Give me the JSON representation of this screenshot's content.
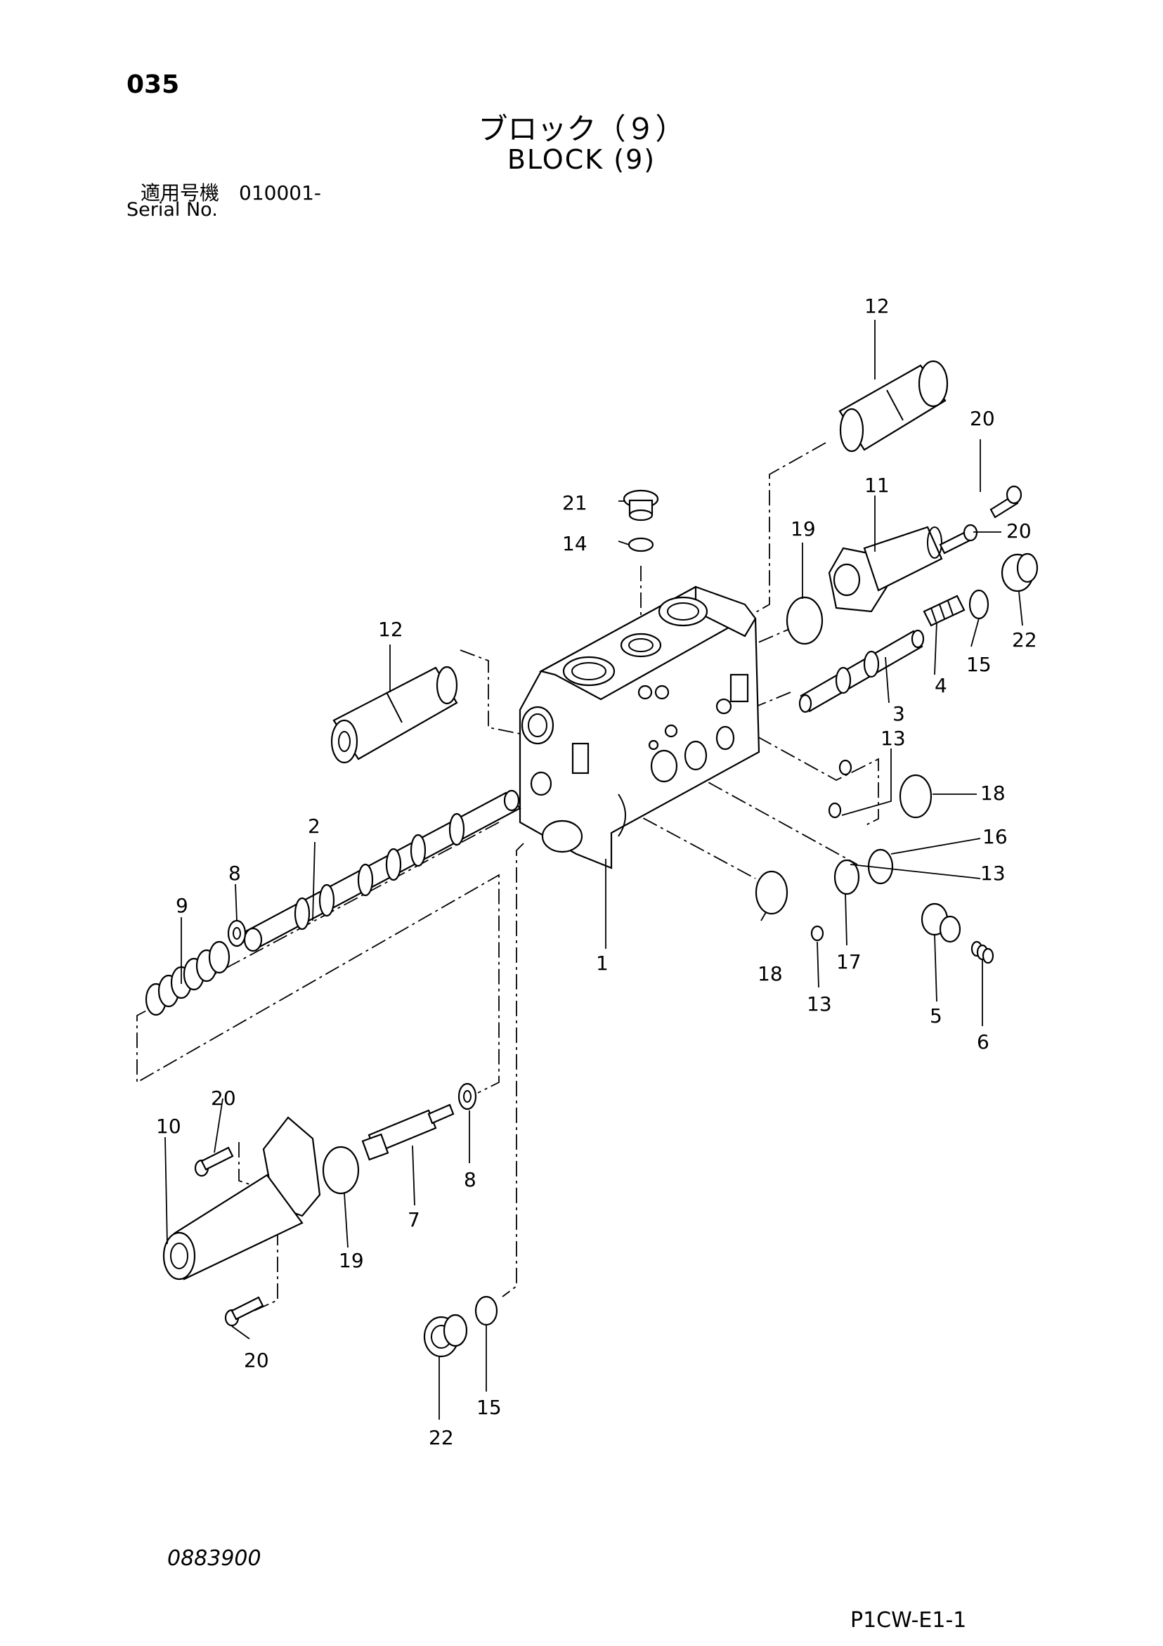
{
  "page": {
    "number": "035",
    "title_jp": "ブロック（９）",
    "title_en": "BLOCK (9)",
    "serial_label_jp": "適用号機　010001-",
    "serial_label_en": "Serial No.",
    "drawing_code": "0883900",
    "sheet_code": "P1CW-E1-1"
  },
  "parts": [
    {
      "id": "block-1",
      "label": "1",
      "icon": "valve-block-icon"
    },
    {
      "id": "spool-2",
      "label": "2",
      "icon": "spool-icon"
    },
    {
      "id": "spool-3",
      "label": "3",
      "icon": "spool-icon"
    },
    {
      "id": "spring-4",
      "label": "4",
      "icon": "spring-icon"
    },
    {
      "id": "plug-5",
      "label": "5",
      "icon": "plug-icon"
    },
    {
      "id": "spring-6",
      "label": "6",
      "icon": "spring-icon"
    },
    {
      "id": "stopper-7",
      "label": "7",
      "icon": "stopper-icon"
    },
    {
      "id": "retainer-8a",
      "label": "8",
      "icon": "retainer-icon"
    },
    {
      "id": "retainer-8b",
      "label": "8",
      "icon": "retainer-icon"
    },
    {
      "id": "spring-9",
      "label": "9",
      "icon": "spring-icon"
    },
    {
      "id": "cap-10",
      "label": "10",
      "icon": "cap-icon"
    },
    {
      "id": "cap-11",
      "label": "11",
      "icon": "cap-icon"
    },
    {
      "id": "relief-valve-12a",
      "label": "12",
      "icon": "relief-valve-icon"
    },
    {
      "id": "relief-valve-12b",
      "label": "12",
      "icon": "relief-valve-icon"
    },
    {
      "id": "o-ring-13a",
      "label": "13",
      "icon": "o-ring-icon"
    },
    {
      "id": "o-ring-13b",
      "label": "13",
      "icon": "o-ring-icon"
    },
    {
      "id": "o-ring-13c",
      "label": "13",
      "icon": "o-ring-icon"
    },
    {
      "id": "o-ring-14",
      "label": "14",
      "icon": "o-ring-icon"
    },
    {
      "id": "o-ring-15a",
      "label": "15",
      "icon": "o-ring-icon"
    },
    {
      "id": "o-ring-15b",
      "label": "15",
      "icon": "o-ring-icon"
    },
    {
      "id": "o-ring-16",
      "label": "16",
      "icon": "o-ring-icon"
    },
    {
      "id": "o-ring-17",
      "label": "17",
      "icon": "o-ring-icon"
    },
    {
      "id": "o-ring-18a",
      "label": "18",
      "icon": "o-ring-icon"
    },
    {
      "id": "o-ring-18b",
      "label": "18",
      "icon": "o-ring-icon"
    },
    {
      "id": "o-ring-19a",
      "label": "19",
      "icon": "o-ring-icon"
    },
    {
      "id": "o-ring-19b",
      "label": "19",
      "icon": "o-ring-icon"
    },
    {
      "id": "bolt-20a",
      "label": "20",
      "icon": "bolt-icon"
    },
    {
      "id": "bolt-20b",
      "label": "20",
      "icon": "bolt-icon"
    },
    {
      "id": "bolt-20c",
      "label": "20",
      "icon": "bolt-icon"
    },
    {
      "id": "bolt-20d",
      "label": "20",
      "icon": "bolt-icon"
    },
    {
      "id": "plug-21",
      "label": "21",
      "icon": "plug-icon"
    },
    {
      "id": "plug-22a",
      "label": "22",
      "icon": "plug-icon"
    },
    {
      "id": "plug-22b",
      "label": "22",
      "icon": "plug-icon"
    }
  ]
}
